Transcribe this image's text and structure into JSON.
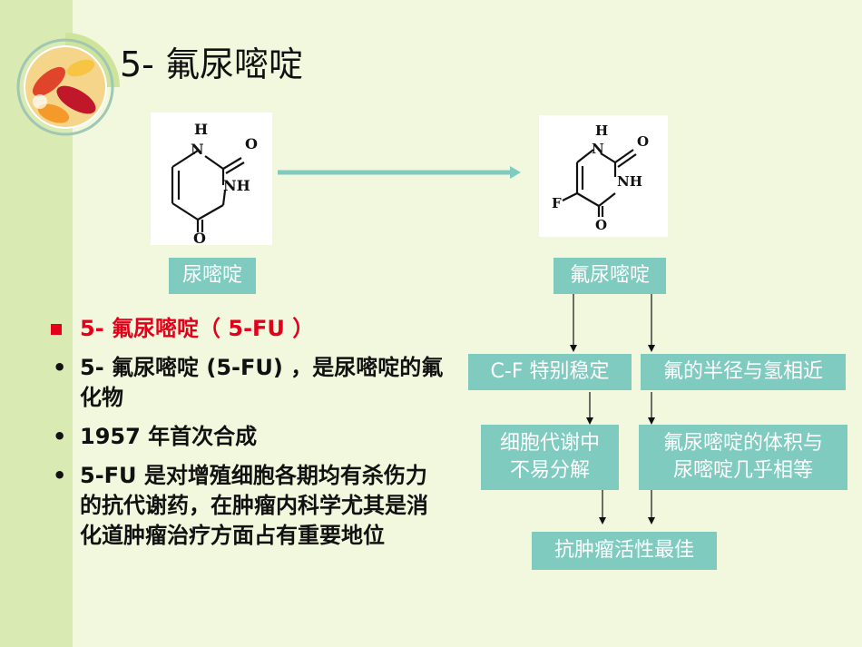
{
  "title": "5- 氟尿嘧啶",
  "molecules": {
    "left": {
      "atoms": {
        "h": "H",
        "n1": "N",
        "o1": "O",
        "nh": "NH",
        "o2": "O"
      },
      "label": "尿嘧啶"
    },
    "right": {
      "atoms": {
        "h": "H",
        "n1": "N",
        "o1": "O",
        "nh": "NH",
        "o2": "O",
        "f": "F"
      },
      "label": "氟尿嘧啶"
    }
  },
  "flow": {
    "box1": "C-F  特别稳定",
    "box2": "氟的半径与氢相近",
    "box3_l1": "细胞代谢中",
    "box3_l2": "不易分解",
    "box4_l1": "氟尿嘧啶的体积与",
    "box4_l2": "尿嘧啶几乎相等",
    "box5": "抗肿瘤活性最佳"
  },
  "bullets": [
    {
      "text": "5- 氟尿嘧啶（ 5-FU ）",
      "style": "red-square"
    },
    {
      "text": "5- 氟尿嘧啶 (5-FU) ，是尿嘧啶的氟化物",
      "style": "dot"
    },
    {
      "text": "1957  年首次合成",
      "style": "dot"
    },
    {
      "text": "5-FU 是对增殖细胞各期均有杀伤力的抗代谢药，在肿瘤内科学尤其是消化道肿瘤治疗方面占有重要地位",
      "style": "dot"
    }
  ],
  "colors": {
    "accent_box": "#7fcbc0",
    "red": "#e2001a",
    "background": "#f2f8dd",
    "sidebar": "#d9eab3"
  },
  "icons": {
    "logo": "pills-circle-icon"
  }
}
